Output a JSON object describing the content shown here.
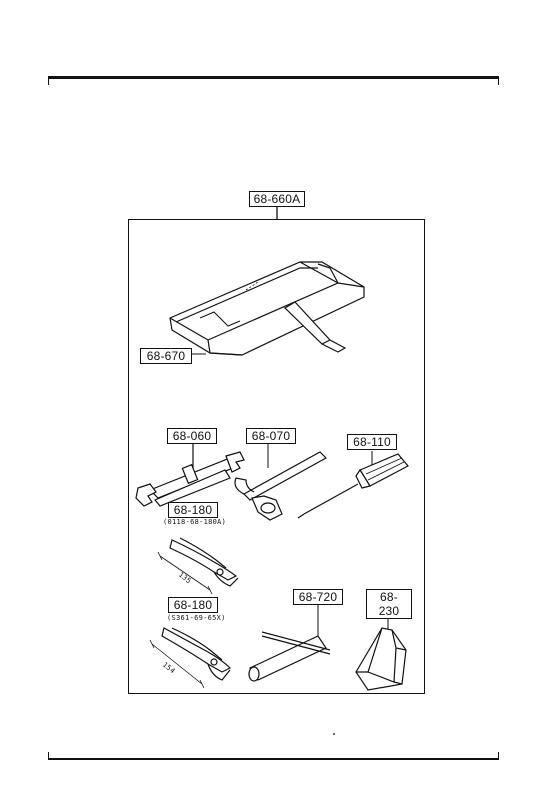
{
  "diagram": {
    "set_label": "68-660A",
    "parts": [
      {
        "part_no": "68-670"
      },
      {
        "part_no": "68-060"
      },
      {
        "part_no": "68-070"
      },
      {
        "part_no": "68-110"
      },
      {
        "part_no": "68-180",
        "note": "(0118-68-180A)",
        "size": "135"
      },
      {
        "part_no": "68-180",
        "note": "(S361-69-65X)",
        "size": "154"
      },
      {
        "part_no": "68-720"
      },
      {
        "part_no": "68-230"
      }
    ]
  },
  "colors": {
    "ink": "#111111",
    "paper": "#ffffff"
  }
}
